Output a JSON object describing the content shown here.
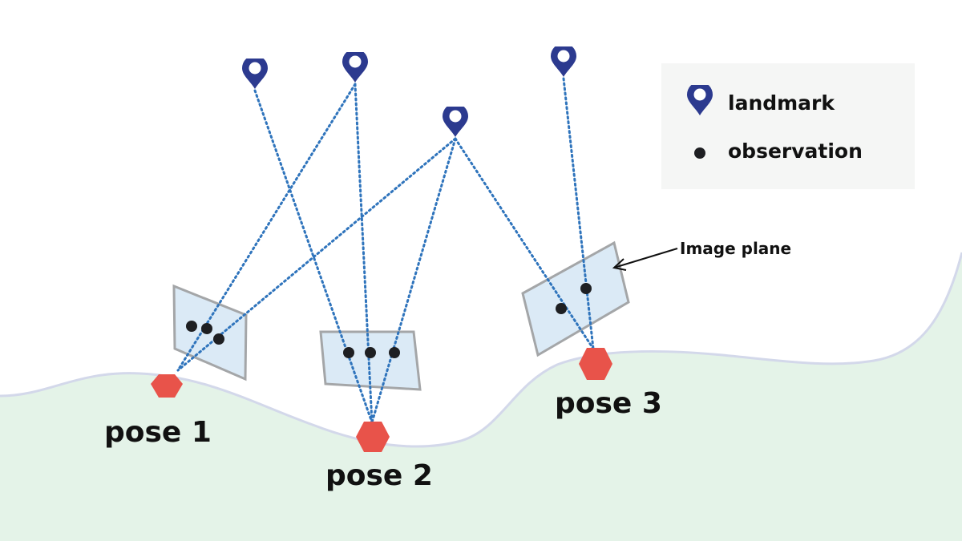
{
  "colors": {
    "ground_fill": "#e4f3e8",
    "ground_stroke": "#d3d8ea",
    "ray": "#2f74bc",
    "landmark": "#2c3a8f",
    "pose": "#e8534a",
    "observation": "#1e1f22",
    "image_plane_fill": "#dbeaf6",
    "image_plane_stroke": "#a4a6a8",
    "legend_background": "#f5f6f5"
  },
  "icons": {
    "landmark": "map-pin-icon",
    "observation": "dot-icon",
    "pose": "hexagon-icon"
  },
  "legend": {
    "landmark_label": "landmark",
    "observation_label": "observation"
  },
  "callout": {
    "label": "Image plane"
  },
  "poses": [
    {
      "label": "pose 1"
    },
    {
      "label": "pose 2"
    },
    {
      "label": "pose 3"
    }
  ]
}
